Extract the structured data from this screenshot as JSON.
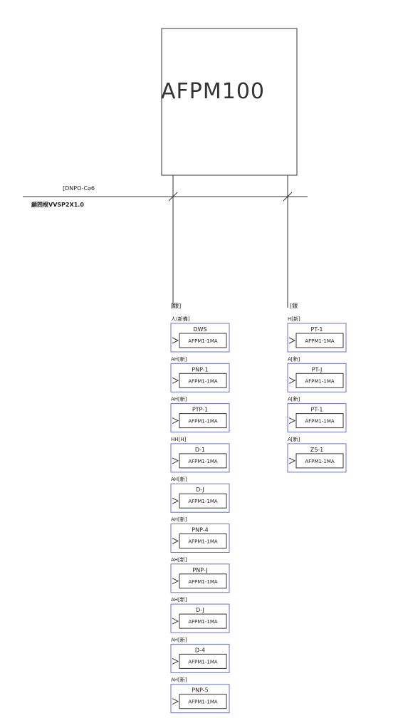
{
  "controller": {
    "label": "AFPM100"
  },
  "bus": {
    "upper_label": "[DNPO-C⌀6",
    "lower_label": "顧問根VVSP2X1.0"
  },
  "colors": {
    "line": "#333333",
    "module_border": "#6b73c9",
    "text": "#222222"
  },
  "left_branch": {
    "header": "[銀]",
    "modules": [
      {
        "caption": "人(新備]",
        "name": "DWS",
        "model": "AFPM1-1MA"
      },
      {
        "caption": "AH[新]",
        "name": "PNP-1",
        "model": "AFPM1-1MA"
      },
      {
        "caption": "AH[新]",
        "name": "PTP-1",
        "model": "AFPM1-1MA"
      },
      {
        "caption": "HH[H]",
        "name": "D-1",
        "model": "AFPM1-1MA"
      },
      {
        "caption": "AH[新]",
        "name": "D-J",
        "model": "AFPM1-1MA"
      },
      {
        "caption": "AH[新]",
        "name": "PNP-4",
        "model": "AFPM1-1MA"
      },
      {
        "caption": "AH[新]",
        "name": "PNP-J",
        "model": "AFPM1-1MA"
      },
      {
        "caption": "AH[新]",
        "name": "D-J",
        "model": "AFPM1-1MA"
      },
      {
        "caption": "AH[新]",
        "name": "D-4",
        "model": "AFPM1-1MA"
      },
      {
        "caption": "AH[新]",
        "name": "PNP-5",
        "model": "AFPM1-1MA"
      }
    ]
  },
  "right_branch": {
    "header": "[銀",
    "modules": [
      {
        "caption": "H[新]",
        "name": "PT-1",
        "model": "AFPM1-1MA"
      },
      {
        "caption": "A[新]",
        "name": "PT-J",
        "model": "AFPM1-1MA"
      },
      {
        "caption": "A[新]",
        "name": "PT-1",
        "model": "AFPM1-1MA"
      },
      {
        "caption": "A[新]",
        "name": "ZS-1",
        "model": "AFPM1-1MA"
      }
    ]
  }
}
